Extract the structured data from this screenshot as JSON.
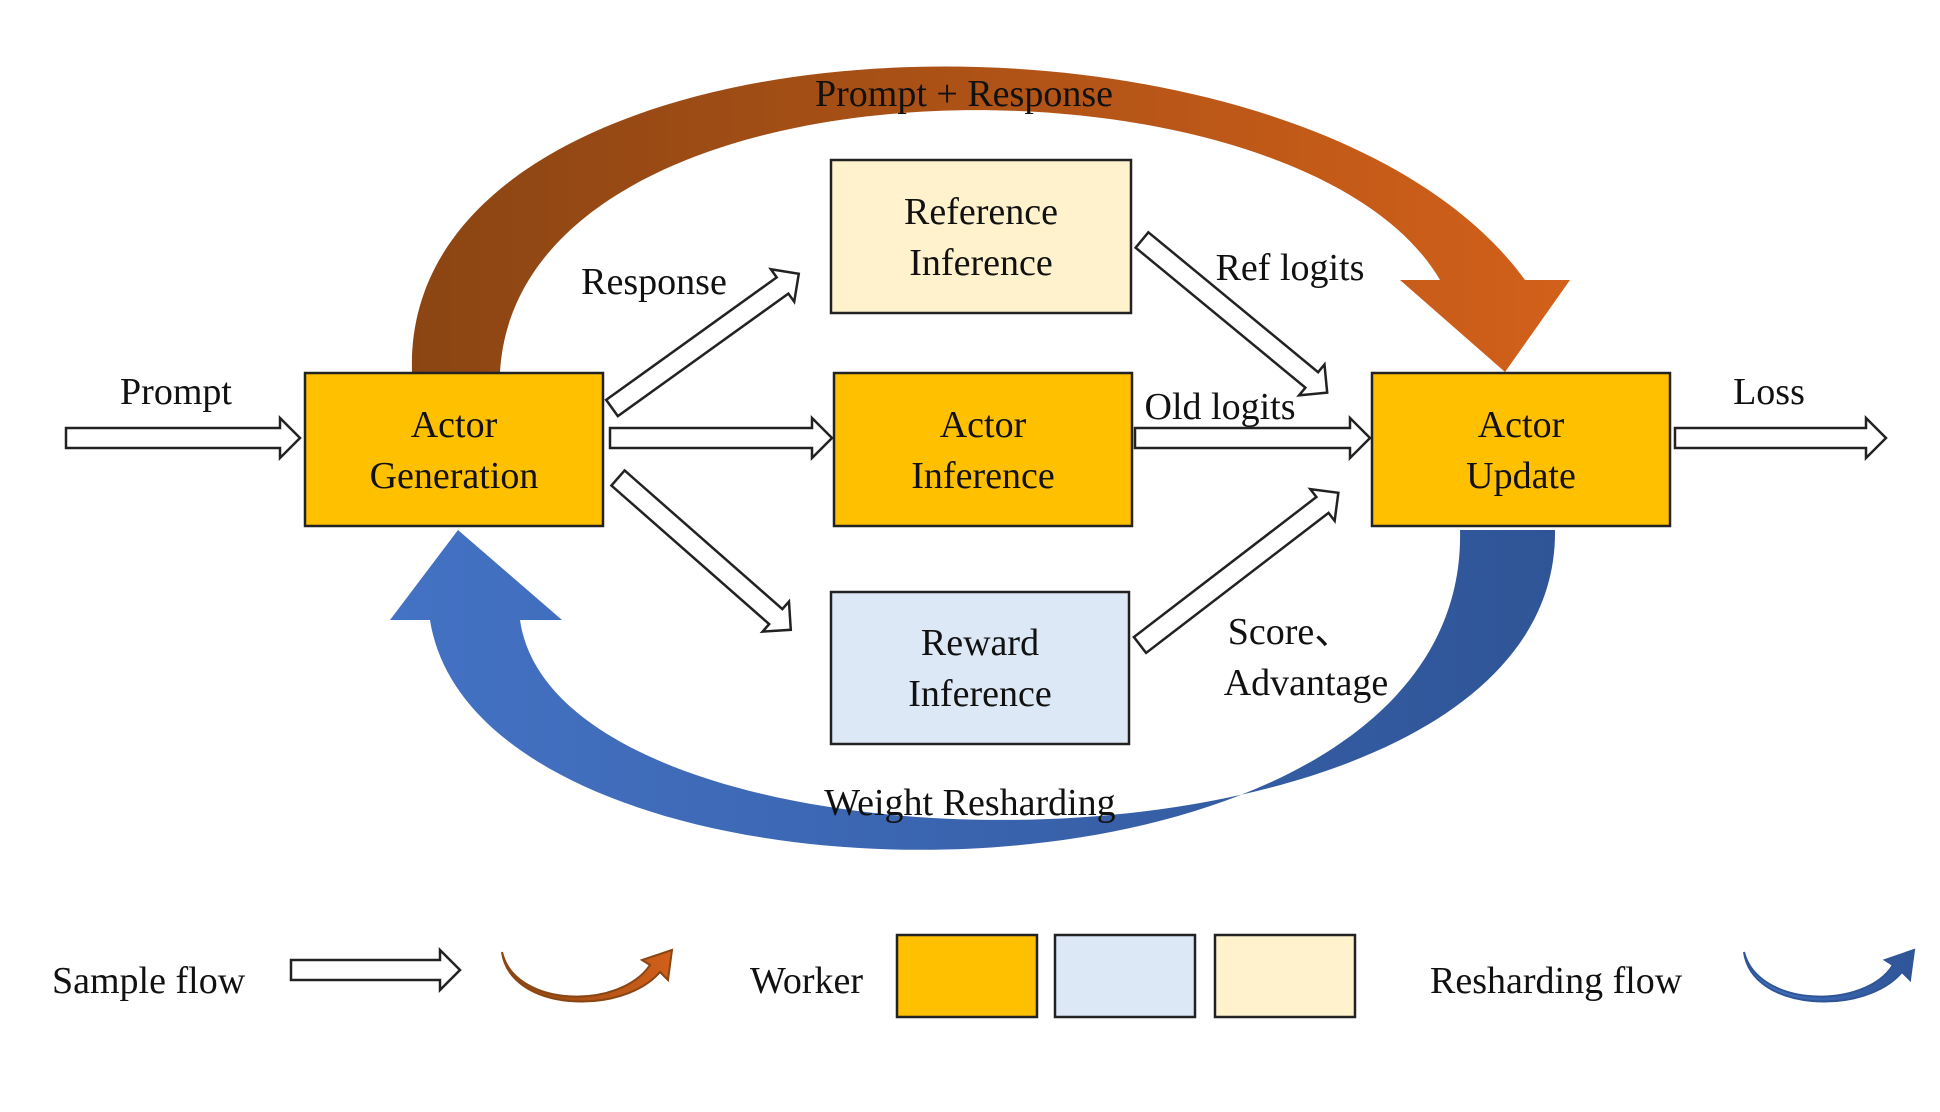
{
  "flow": {
    "prompt_label": "Prompt",
    "loss_label": "Loss",
    "prompt_response_label": "Prompt + Response",
    "response_label": "Response",
    "ref_logits_label": "Ref logits",
    "old_logits_label": "Old logits",
    "score_label_line1": "Score、",
    "score_label_line2": "Advantage",
    "weight_resharding_label": "Weight Resharding"
  },
  "nodes": {
    "actor_generation": {
      "line1": "Actor",
      "line2": "Generation"
    },
    "reference_inference": {
      "line1": "Reference",
      "line2": "Inference"
    },
    "actor_inference": {
      "line1": "Actor",
      "line2": "Inference"
    },
    "reward_inference": {
      "line1": "Reward",
      "line2": "Inference"
    },
    "actor_update": {
      "line1": "Actor",
      "line2": "Update"
    }
  },
  "legend": {
    "sample_flow_label": "Sample flow",
    "worker_label": "Worker",
    "resharding_flow_label": "Resharding flow"
  },
  "colors": {
    "worker_orange": "#FFC000",
    "worker_blue": "#DCE8F6",
    "worker_cream": "#FFF2CC",
    "sample_arc_start": "#8B4513",
    "sample_arc_end": "#D2601A",
    "reshard_arc_start": "#4472C4",
    "reshard_arc_end": "#2F5597"
  }
}
